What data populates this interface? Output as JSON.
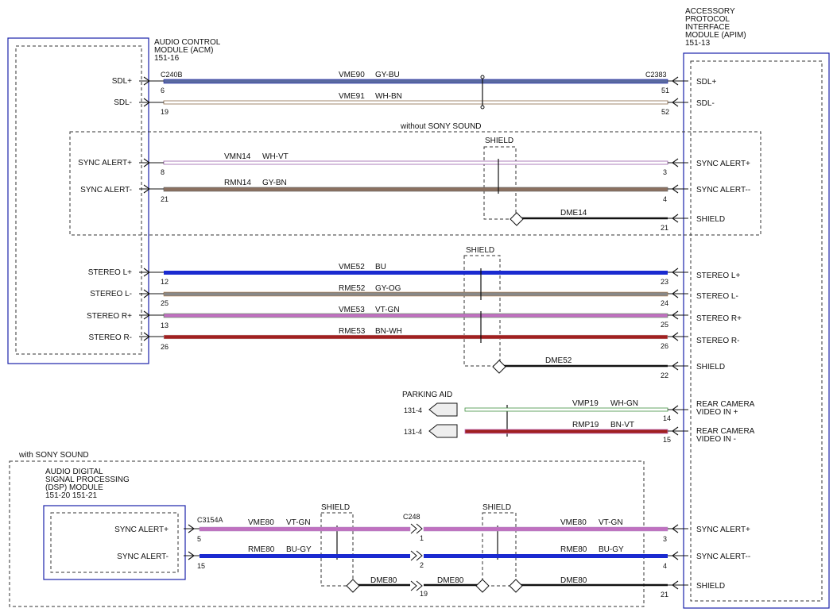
{
  "acm": {
    "title_lines": [
      "AUDIO CONTROL",
      "MODULE (ACM)",
      "151-16"
    ]
  },
  "apim": {
    "title_lines": [
      "ACCESSORY",
      "PROTOCOL",
      "INTERFACE",
      "MODULE (APIM)",
      "151-13"
    ]
  },
  "dsp": {
    "title_lines": [
      "AUDIO DIGITAL",
      "SIGNAL PROCESSING",
      "(DSP) MODULE",
      "151-20  151-21"
    ]
  },
  "regions": {
    "without_sony": "without SONY SOUND",
    "with_sony": "with SONY SOUND",
    "parking_aid": "PARKING AID"
  },
  "connectors": {
    "acm": "C240B",
    "apim": "C2383",
    "dsp": "C3154A",
    "inline": "C248"
  },
  "shield_label": "SHIELD",
  "left_pins": [
    {
      "name": "SDL+",
      "pin": "6"
    },
    {
      "name": "SDL-",
      "pin": "19"
    },
    {
      "name": "SYNC ALERT+",
      "pin": "8"
    },
    {
      "name": "SYNC ALERT-",
      "pin": "21"
    },
    {
      "name": "STEREO L+",
      "pin": "12"
    },
    {
      "name": "STEREO L-",
      "pin": "25"
    },
    {
      "name": "STEREO R+",
      "pin": "13"
    },
    {
      "name": "STEREO R-",
      "pin": "26"
    }
  ],
  "right_pins": [
    {
      "name": "SDL+",
      "pin": "51"
    },
    {
      "name": "SDL-",
      "pin": "52"
    },
    {
      "name": "SYNC ALERT+",
      "pin": "3"
    },
    {
      "name": "SYNC ALERT--",
      "pin": "4"
    },
    {
      "name": "SHIELD",
      "pin": "21"
    },
    {
      "name": "STEREO L+",
      "pin": "23"
    },
    {
      "name": "STEREO L-",
      "pin": "24"
    },
    {
      "name": "STEREO R+",
      "pin": "25"
    },
    {
      "name": "STEREO R-",
      "pin": "26"
    },
    {
      "name": "SHIELD",
      "pin": "22"
    },
    {
      "name_lines": [
        "REAR CAMERA",
        "VIDEO IN +"
      ],
      "pin": "14"
    },
    {
      "name_lines": [
        "REAR CAMERA",
        "VIDEO IN -"
      ],
      "pin": "15"
    },
    {
      "name": "SYNC ALERT+",
      "pin": "3"
    },
    {
      "name": "SYNC ALERT--",
      "pin": "4"
    },
    {
      "name": "SHIELD",
      "pin": "21"
    }
  ],
  "wires": [
    {
      "circuit": "VME90",
      "color": "GY-BU"
    },
    {
      "circuit": "VME91",
      "color": "WH-BN"
    },
    {
      "circuit": "VMN14",
      "color": "WH-VT"
    },
    {
      "circuit": "RMN14",
      "color": "GY-BN"
    },
    {
      "circuit": "DME14",
      "color": ""
    },
    {
      "circuit": "VME52",
      "color": "BU"
    },
    {
      "circuit": "RME52",
      "color": "GY-OG"
    },
    {
      "circuit": "VME53",
      "color": "VT-GN"
    },
    {
      "circuit": "RME53",
      "color": "BN-WH"
    },
    {
      "circuit": "DME52",
      "color": ""
    },
    {
      "circuit": "VMP19",
      "color": "WH-GN"
    },
    {
      "circuit": "RMP19",
      "color": "BN-VT"
    },
    {
      "circuit": "VME80",
      "color": "VT-GN"
    },
    {
      "circuit": "RME80",
      "color": "BU-GY"
    },
    {
      "circuit": "DME80",
      "color": ""
    }
  ],
  "parking": {
    "ref1": "131-4",
    "ref2": "131-4"
  },
  "dsp_pins": [
    {
      "name": "SYNC ALERT+",
      "pin": "5"
    },
    {
      "name": "SYNC ALERT-",
      "pin": "15"
    }
  ],
  "c248_pins": [
    "1",
    "2",
    "19"
  ],
  "colors": {
    "module_border": "#1a22aa",
    "gray_bu": "#5a6aa0",
    "blue": "#1a2ad0",
    "violet": "#c070c0",
    "brown_wh": "#a02020",
    "gray": "#888888",
    "black": "#111111"
  }
}
